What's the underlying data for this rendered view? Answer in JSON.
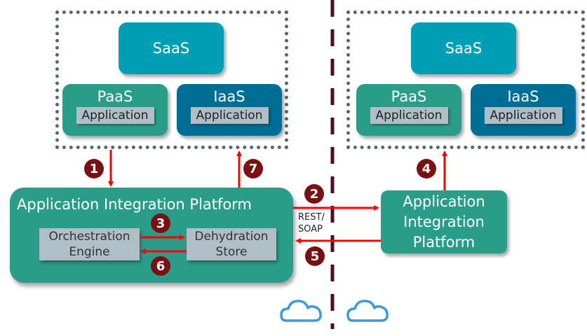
{
  "left_cloud": {
    "saas": "SaaS",
    "paas": "PaaS",
    "iaas": "IaaS",
    "paas_app": "Application",
    "iaas_app": "Application"
  },
  "right_cloud": {
    "saas": "SaaS",
    "paas": "PaaS",
    "iaas": "IaaS",
    "paas_app": "Application",
    "iaas_app": "Application"
  },
  "local_platform": {
    "title": "Application Integration Platform",
    "orchestration_line1": "Orchestration",
    "orchestration_line2": "Engine",
    "dehydration_line1": "Dehydration",
    "dehydration_line2": "Store"
  },
  "remote_platform": {
    "line1": "Application",
    "line2": "Integration",
    "line3": "Platform"
  },
  "protocol": {
    "line1": "REST/",
    "line2": "SOAP"
  },
  "steps": [
    "1",
    "2",
    "3",
    "4",
    "5",
    "6",
    "7"
  ],
  "colors": {
    "saas": "#009fb6",
    "paas": "#2a9d8a",
    "iaas": "#006e96",
    "application": "#b0bec5",
    "arrow": "#ff0000",
    "badge": "#7b1013",
    "divider": "#4a0f22",
    "cloud_icon": "#3b9ad9",
    "dotted_border": "#56666d"
  }
}
